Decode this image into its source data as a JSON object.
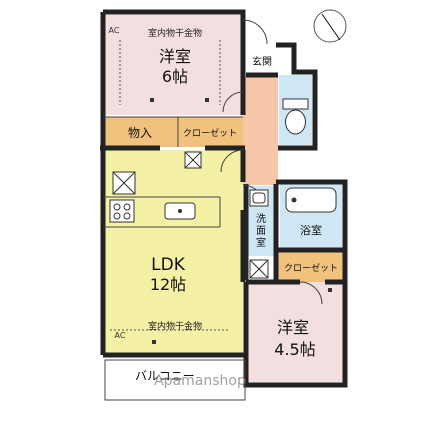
{
  "rooms": {
    "western_6": {
      "name": "洋室",
      "size": "6帖",
      "ac": "AC",
      "note": "室内物干金物"
    },
    "ldk": {
      "name": "LDK",
      "size": "12帖",
      "ac": "AC",
      "note": "室内物干金物"
    },
    "western_45": {
      "name": "洋室",
      "size": "4.5帖"
    },
    "storage": {
      "name": "物入"
    },
    "closet_top": {
      "name": "クローゼット"
    },
    "closet_bottom": {
      "name": "クローゼット"
    },
    "entrance": {
      "name": "玄関"
    },
    "washroom": {
      "name": "洗面室"
    },
    "bath": {
      "name": "浴室"
    },
    "balcony": {
      "name": "バルコニー"
    }
  },
  "watermark": "Apamanshop",
  "colors": {
    "western": "#f3dfe0",
    "ldk": "#f4f0a4",
    "storage": "#f1c27d",
    "corridor": "#f5c7a8",
    "wet": "#cfe6f4",
    "wall": "#222222"
  }
}
